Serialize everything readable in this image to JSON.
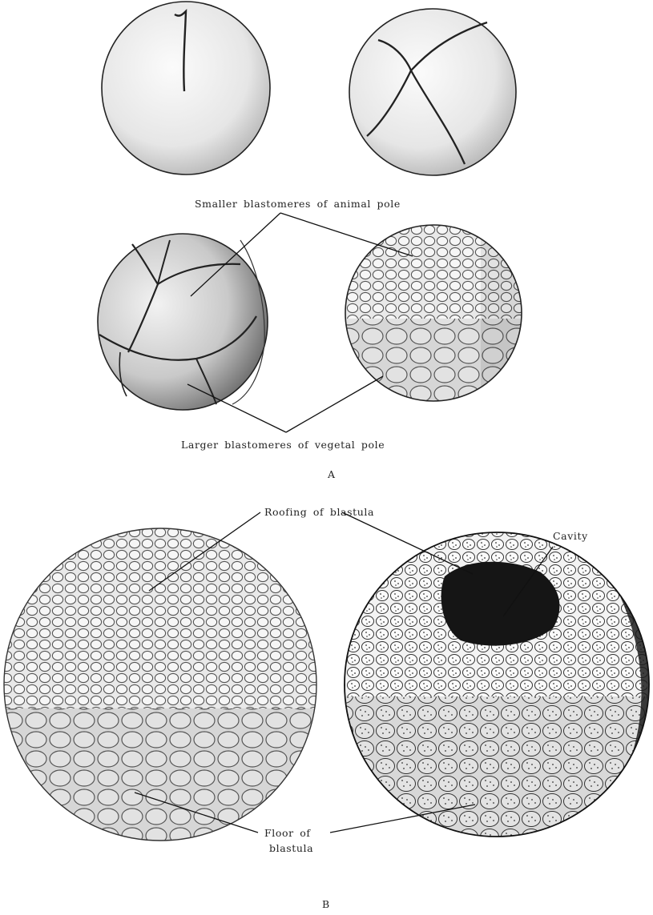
{
  "labels": {
    "animal_pole": "Smaller blastomeres of animal pole",
    "vegetal_pole": "Larger blastomeres of vegetal pole",
    "panel_a": "A",
    "roofing": "Roofing of blastula",
    "cavity": "Cavity",
    "floor_line1": "Floor of",
    "floor_line2": "blastula",
    "panel_b": "B"
  },
  "colors": {
    "ink": "#222222",
    "stipple": "#d9d9d9",
    "cavity": "#151515"
  }
}
